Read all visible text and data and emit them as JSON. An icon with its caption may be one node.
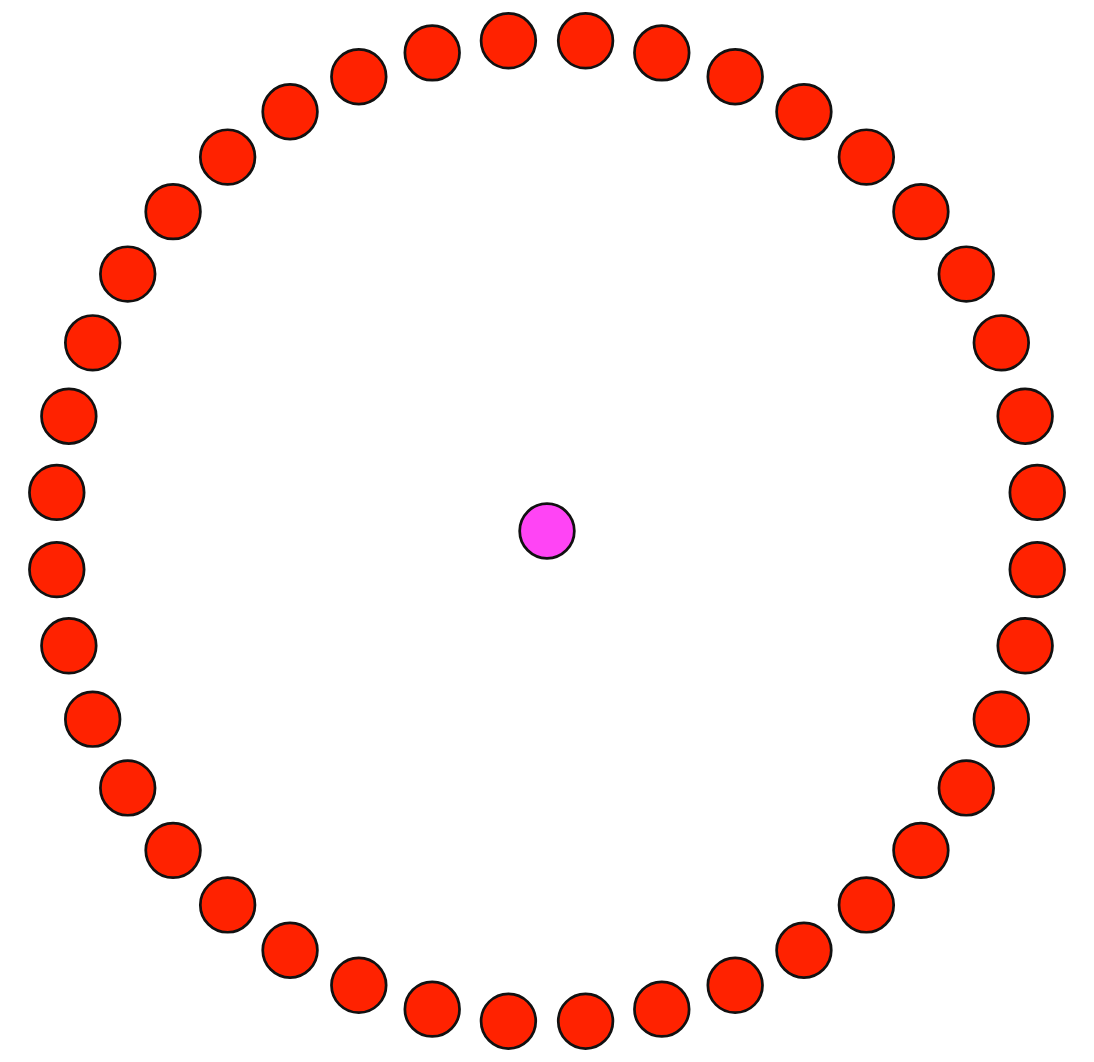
{
  "diagram": {
    "nodes": [
      {
        "text": [],
        "shape": "circle"
      },
      {
        "text": [],
        "shape": "circle"
      },
      {
        "text": [],
        "shape": "circle"
      },
      {
        "text": [],
        "shape": "circle"
      },
      {
        "text": [],
        "shape": "circle"
      },
      {
        "text": [],
        "shape": "circle"
      },
      {
        "text": [],
        "shape": "circle"
      },
      {
        "text": [],
        "shape": "circle"
      },
      {
        "text": [],
        "shape": "circle"
      },
      {
        "text": [],
        "shape": "circle"
      },
      {
        "text": [],
        "shape": "circle"
      },
      {
        "text": [],
        "shape": "circle"
      },
      {
        "text": [],
        "shape": "circle"
      },
      {
        "text": [],
        "shape": "circle"
      },
      {
        "text": [],
        "shape": "circle"
      },
      {
        "text": [],
        "shape": "circle"
      },
      {
        "text": [],
        "shape": "circle"
      },
      {
        "text": [],
        "shape": "circle"
      },
      {
        "text": [],
        "shape": "circle"
      },
      {
        "text": [],
        "shape": "circle"
      },
      {
        "text": [],
        "shape": "circle"
      },
      {
        "text": [],
        "shape": "circle"
      },
      {
        "text": [],
        "shape": "circle"
      },
      {
        "text": [],
        "shape": "circle"
      },
      {
        "text": [],
        "shape": "circle"
      },
      {
        "text": [],
        "shape": "circle"
      },
      {
        "text": [],
        "shape": "circle"
      },
      {
        "text": [],
        "shape": "circle"
      },
      {
        "text": [],
        "shape": "circle"
      },
      {
        "text": [],
        "shape": "circle"
      },
      {
        "text": [],
        "shape": "circle"
      },
      {
        "text": [],
        "shape": "circle"
      },
      {
        "text": [],
        "shape": "circle"
      },
      {
        "text": [],
        "shape": "circle"
      },
      {
        "text": [],
        "shape": "circle"
      },
      {
        "text": [],
        "shape": "circle"
      },
      {
        "text": [],
        "shape": "circle"
      },
      {
        "text": [],
        "shape": "circle"
      },
      {
        "text": [],
        "shape": "circle"
      },
      {
        "text": [],
        "shape": "circle"
      },
      {
        "text": [],
        "shape": "circle"
      }
    ]
  }
}
